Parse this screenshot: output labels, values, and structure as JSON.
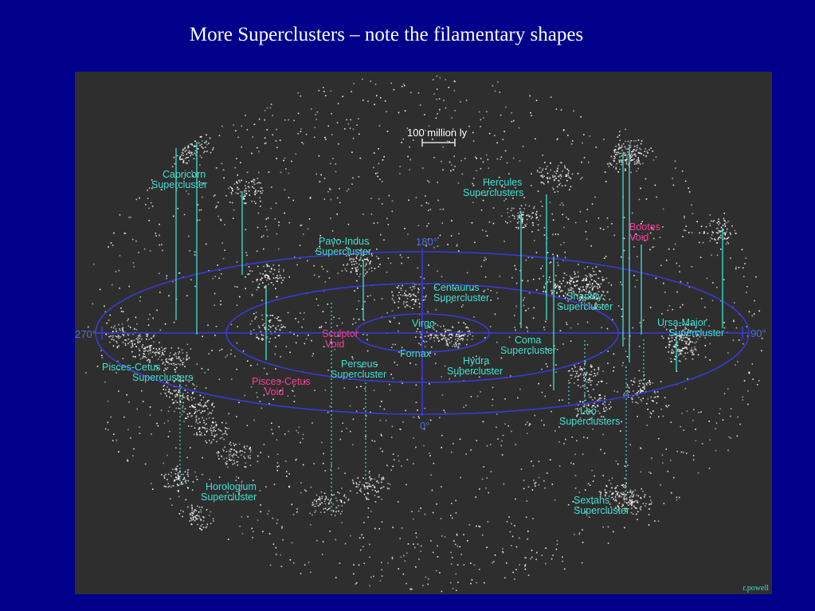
{
  "slide": {
    "title": "More Superclusters – note the filamentary shapes"
  },
  "map": {
    "scale_label": "100 million ly",
    "credit": "r.powell",
    "colors": {
      "background": "#2e2e2e",
      "galaxies": "#ffffff",
      "labels": "#40e0d0",
      "voids": "#ff3c9a",
      "rings": "#3a3ad8"
    },
    "angles": {
      "top": "180°",
      "bottom": "0°",
      "left": "270°",
      "right": "90°"
    },
    "superclusters": {
      "capricorn": [
        "Capricorn",
        "Supercluster"
      ],
      "pavo_indus": [
        "Pavo-Indus",
        "Supercluster"
      ],
      "centaurus": [
        "Centaurus",
        "Supercluster"
      ],
      "hercules": [
        "Hercules",
        "Superclusters"
      ],
      "shapley": [
        "Shapley",
        "Supercluster"
      ],
      "ursa_major": [
        "Ursa-Major",
        "Supercluster"
      ],
      "coma": [
        "Coma",
        "Supercluster"
      ],
      "hydra": [
        "Hydra",
        "Supercluster"
      ],
      "perseus": [
        "Perseus",
        "Supercluster"
      ],
      "pisces_cetus": [
        "Pisces-Cetus",
        "Superclusters"
      ],
      "leo": [
        "Leo",
        "Superclusters"
      ],
      "horologium": [
        "Horologium",
        "Supercluster"
      ],
      "sextans": [
        "Sextans",
        "Supercluster"
      ],
      "virgo": "Virgo",
      "fornax": "Fornax"
    },
    "voids": {
      "bootes": [
        "Bootes",
        "Void"
      ],
      "sculptor": [
        "Sculptor",
        "Void"
      ],
      "pisces_cetus": [
        "Pisces-Cetus",
        "Void"
      ]
    }
  }
}
